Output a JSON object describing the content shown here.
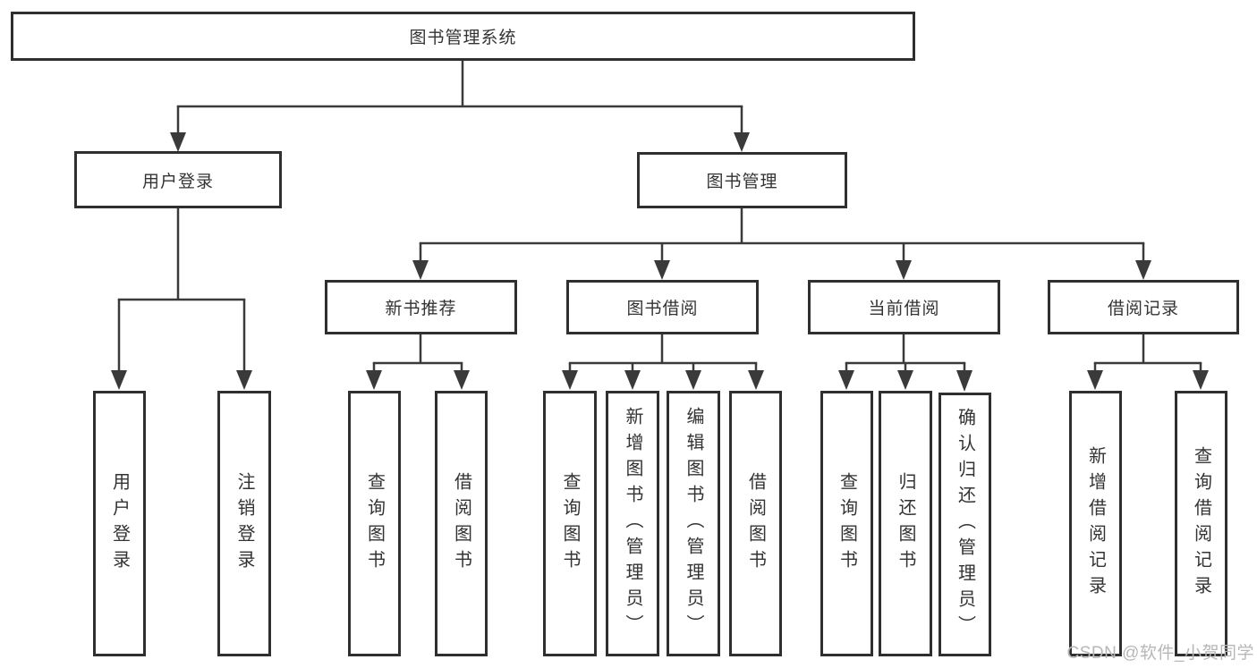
{
  "diagram": {
    "title": "图书管理系统",
    "root": {
      "label": "图书管理系统"
    },
    "level1": [
      {
        "label": "用户登录"
      },
      {
        "label": "图书管理"
      }
    ],
    "level2": [
      {
        "label": "新书推荐"
      },
      {
        "label": "图书借阅"
      },
      {
        "label": "当前借阅"
      },
      {
        "label": "借阅记录"
      }
    ],
    "leaves": {
      "user_login": [
        "用户登录",
        "注销登录"
      ],
      "new_book": [
        "查询图书",
        "借阅图书"
      ],
      "borrow": [
        "查询图书",
        "新增图书（管理员）",
        "编辑图书（管理员）",
        "借阅图书"
      ],
      "current": [
        "查询图书",
        "归还图书",
        "确认归还（管理员）"
      ],
      "records": [
        "新增借阅记录",
        "查询借阅记录"
      ]
    }
  },
  "watermark": {
    "text": "CSDN @软件_小贺同学"
  },
  "colors": {
    "line": "#3a3a3a",
    "border": "#2f2f2f",
    "text": "#333333",
    "watermark": "#b7b7b7",
    "background": "#ffffff"
  }
}
